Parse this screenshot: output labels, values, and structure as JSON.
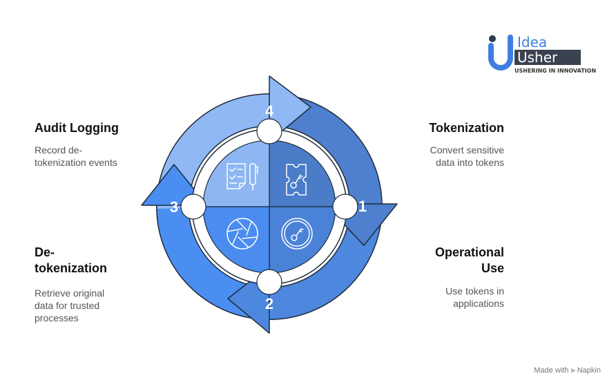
{
  "logo": {
    "line1": "Idea",
    "line2": "Usher",
    "tagline": "USHERING IN INNOVATION"
  },
  "steps": [
    {
      "number": "1",
      "title": "Tokenization",
      "description": "Convert sensitive data into tokens",
      "icon": "ticket-key-icon",
      "color": "#4f80cf"
    },
    {
      "number": "2",
      "title": "Operational Use",
      "description": "Use tokens in applications",
      "icon": "key-coin-icon",
      "color": "#4d87de"
    },
    {
      "number": "3",
      "title": "De-tokenization",
      "description": "Retrieve original data for trusted processes",
      "icon": "aperture-icon",
      "color": "#4a8ef2"
    },
    {
      "number": "4",
      "title": "Audit Logging",
      "description": "Record de-tokenization events",
      "icon": "checklist-pen-icon",
      "color": "#8fb8f5"
    }
  ],
  "watermark": {
    "prefix": "Made with",
    "brand": "Napkin"
  }
}
